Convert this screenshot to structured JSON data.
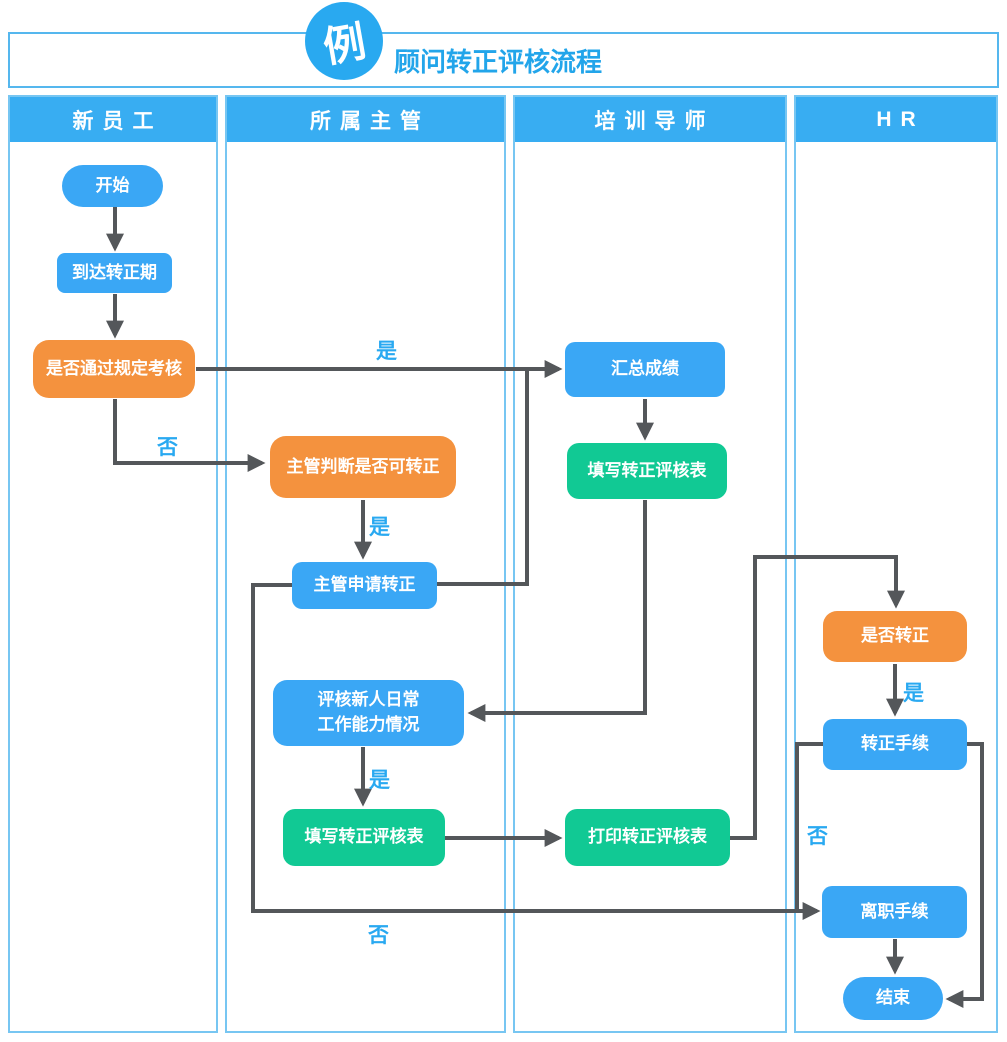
{
  "header": {
    "badge": "例",
    "title": "顾问转正评核流程"
  },
  "lanes": [
    {
      "label": "新员工"
    },
    {
      "label": "所属主管"
    },
    {
      "label": "培训导师"
    },
    {
      "label": "HR"
    }
  ],
  "nodes": {
    "start": {
      "label": "开始",
      "type": "terminator",
      "color": "blue"
    },
    "reach_period": {
      "label": "到达转正期",
      "type": "process",
      "color": "blue"
    },
    "pass_exam": {
      "label": "是否通过规定考核",
      "type": "decision",
      "color": "orange"
    },
    "supervisor_judge": {
      "label": "主管判断是否可转正",
      "type": "decision",
      "color": "orange"
    },
    "supervisor_apply": {
      "label": "主管申请转正",
      "type": "process",
      "color": "blue"
    },
    "evaluate_daily": {
      "label": "评核新人日常\n工作能力情况",
      "type": "process",
      "color": "blue"
    },
    "fill_form_sup": {
      "label": "填写转正评核表",
      "type": "process",
      "color": "green"
    },
    "summarize": {
      "label": "汇总成绩",
      "type": "process",
      "color": "blue"
    },
    "fill_form_mentor": {
      "label": "填写转正评核表",
      "type": "process",
      "color": "green"
    },
    "print_form": {
      "label": "打印转正评核表",
      "type": "process",
      "color": "green"
    },
    "is_regular": {
      "label": "是否转正",
      "type": "decision",
      "color": "orange"
    },
    "regular_proc": {
      "label": "转正手续",
      "type": "process",
      "color": "blue"
    },
    "resign_proc": {
      "label": "离职手续",
      "type": "process",
      "color": "blue"
    },
    "end": {
      "label": "结束",
      "type": "terminator",
      "color": "blue"
    }
  },
  "edge_labels": {
    "pass_yes": "是",
    "pass_no": "否",
    "judge_yes": "是",
    "eval_yes": "是",
    "regular_yes": "是",
    "regular_no": "否",
    "apply_no": "否"
  },
  "colors": {
    "node_blue": "#3aa7f5",
    "node_green": "#11c994",
    "node_orange": "#f4923e",
    "lane_header": "#38adf2",
    "lane_border": "#77c6f2",
    "connector": "#54575a",
    "edge_label": "#29a9f1",
    "title_text": "#22a5ea"
  }
}
